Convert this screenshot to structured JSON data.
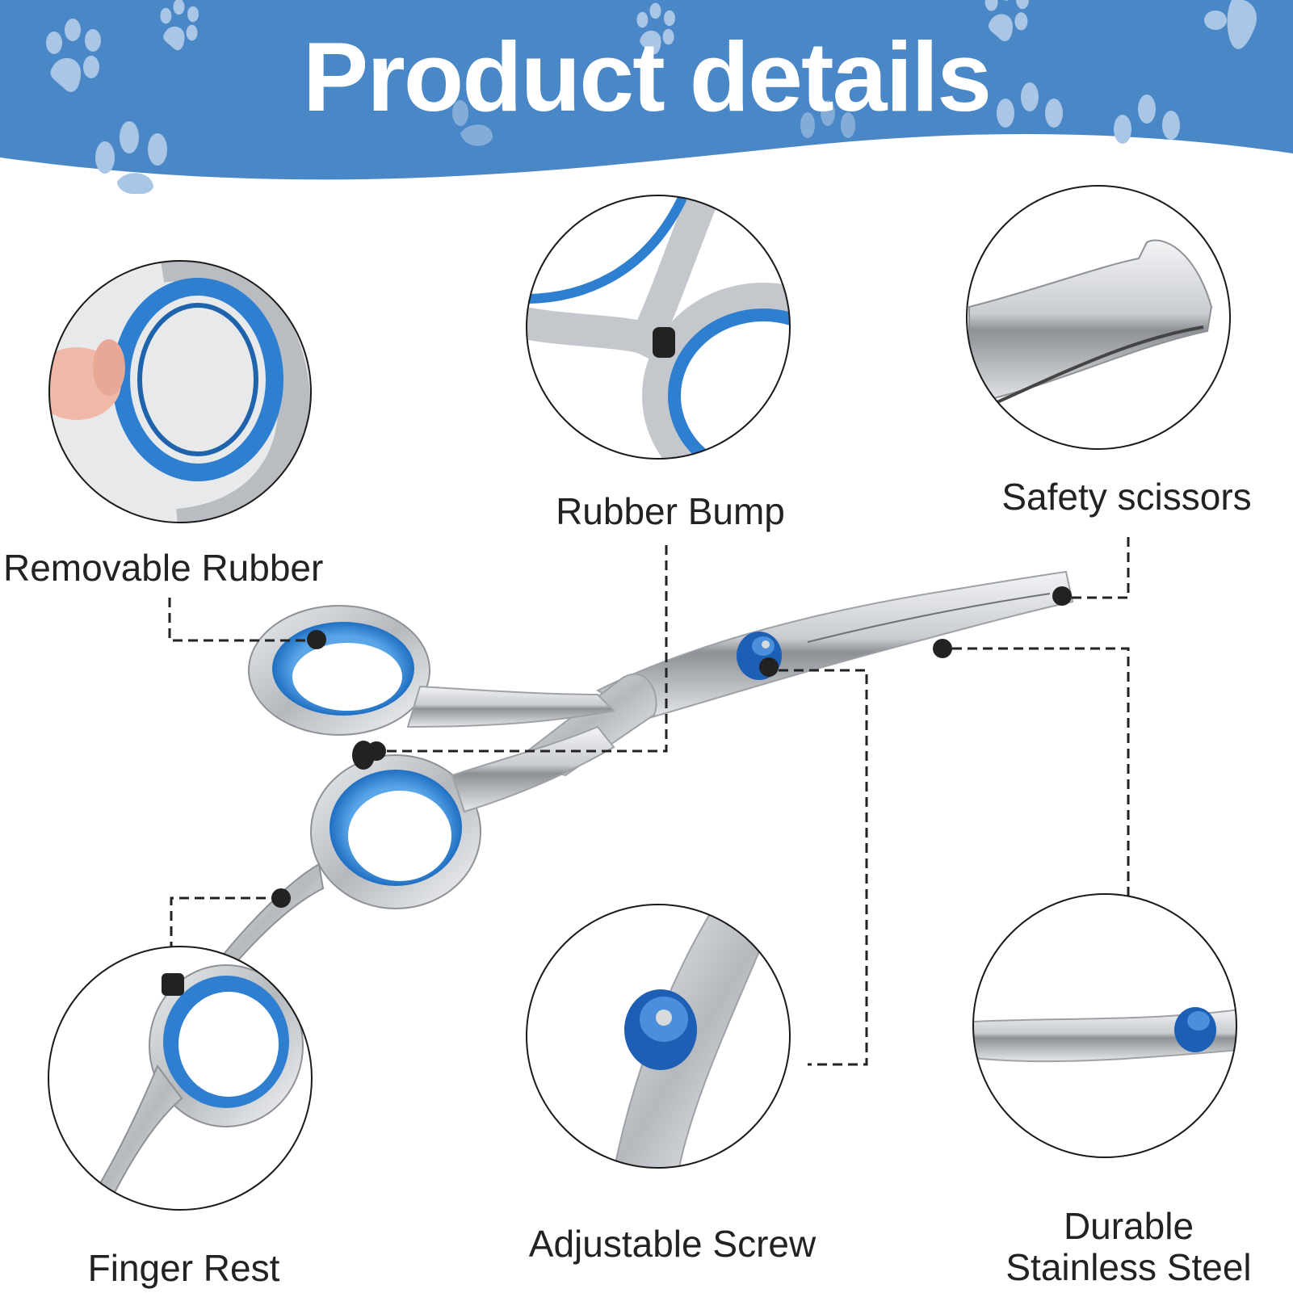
{
  "header": {
    "title": "Product details",
    "background_color": "#4a87c6",
    "paw_color": "#a9c6e6"
  },
  "colors": {
    "steel": "#c9ccd0",
    "rubber_blue": "#2f7fd0",
    "screw_blue": "#1d5fb5",
    "callout_line": "#222222",
    "text": "#222222"
  },
  "callouts": [
    {
      "id": "removable-rubber",
      "label": "Removable Rubber"
    },
    {
      "id": "rubber-bump",
      "label": "Rubber Bump"
    },
    {
      "id": "safety-scissors",
      "label": "Safety scissors"
    },
    {
      "id": "finger-rest",
      "label": "Finger Rest"
    },
    {
      "id": "adjustable-screw",
      "label": "Adjustable Screw"
    },
    {
      "id": "durable-steel",
      "label_line1": "Durable",
      "label_line2": "Stainless Steel"
    }
  ]
}
